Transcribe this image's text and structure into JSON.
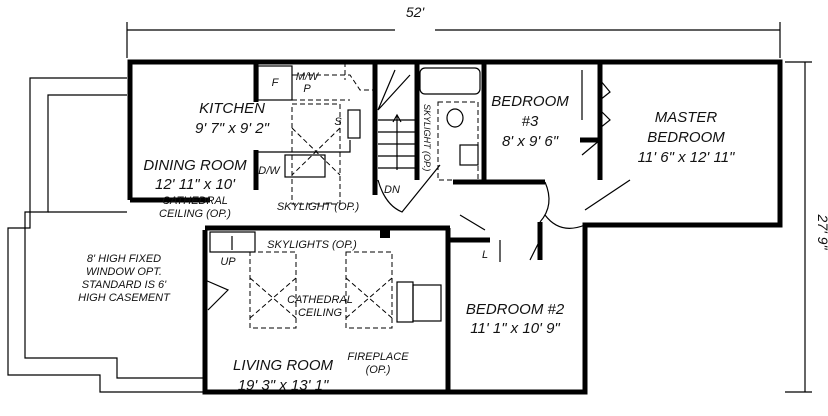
{
  "dimensions": {
    "width": "52'",
    "depth": "27' 9\""
  },
  "rooms": {
    "kitchen": {
      "name": "KITCHEN",
      "size": "9' 7\" x 9' 2\""
    },
    "dining": {
      "name": "DINING ROOM",
      "size": "12' 11\" x 10'",
      "note1": "CATHEDRAL",
      "note2": "CEILING (OP.)"
    },
    "bedroom3": {
      "name": "BEDROOM",
      "name2": "#3",
      "size": "8' x 9' 6\""
    },
    "master": {
      "name": "MASTER",
      "name2": "BEDROOM",
      "size": "11' 6\" x 12' 11\""
    },
    "bedroom2": {
      "name": "BEDROOM #2",
      "size": "11' 1\" x 10' 9\""
    },
    "living": {
      "name": "LIVING ROOM",
      "size": "19' 3\" x 13' 1\"",
      "note1": "CATHEDRAL",
      "note2": "CEILING"
    }
  },
  "labels": {
    "fridge": "F",
    "microwave": "M/W",
    "pantry": "P",
    "sink": "S",
    "dishwasher": "D/W",
    "down": "DN",
    "up": "UP",
    "linen": "L",
    "skylight_kitchen": "SKYLIGHT (OP.)",
    "skylight_bath": "SKYLIGHT (OP.)",
    "skylights_living": "SKYLIGHTS (OP.)",
    "fireplace1": "FIREPLACE",
    "fireplace2": "(OP.)"
  },
  "window_note": [
    "8' HIGH FIXED",
    "WINDOW OPT.",
    "STANDARD IS 6'",
    "HIGH CASEMENT"
  ]
}
